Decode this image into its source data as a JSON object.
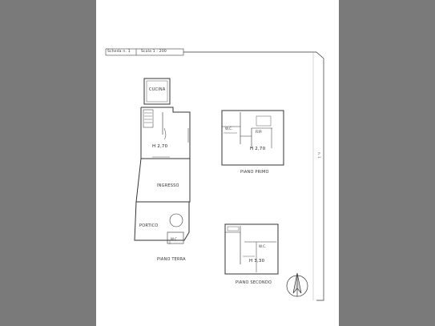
{
  "header": {
    "left_text": "Scheda n. 1",
    "right_text": "Scala 1 : 200"
  },
  "rooms": {
    "cucina": "CUCINA",
    "h_ground": "H 2,70",
    "ingresso": "INGRESSO",
    "portico": "PORTICO",
    "wc_ground": "W.C.",
    "wc_first": "W.C.",
    "rip": "RIP.",
    "h_first": "H 2,70",
    "wc_second": "W.C.",
    "h_second": "H 3,30"
  },
  "floors": {
    "ground": "PIANO TERRA",
    "first": "PIANO PRIMO",
    "second": "PIANO SECONDO"
  },
  "side_label": "n. 1",
  "north_symbol": "north-arrow"
}
